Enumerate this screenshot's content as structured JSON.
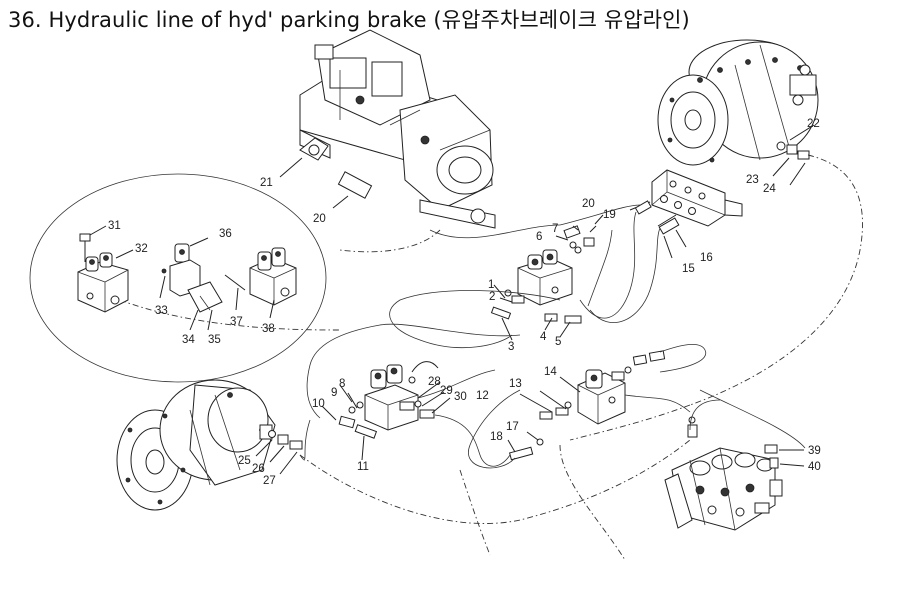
{
  "title": "36. Hydraulic line of hyd' parking brake (유압주차브레이크 유압라인)",
  "callouts": {
    "c1": "1",
    "c2": "2",
    "c3": "3",
    "c4": "4",
    "c5": "5",
    "c6": "6",
    "c7": "7",
    "c8": "8",
    "c9": "9",
    "c10": "10",
    "c11": "11",
    "c12": "12",
    "c13": "13",
    "c14": "14",
    "c15": "15",
    "c16": "16",
    "c17": "17",
    "c18": "18",
    "c19": "19",
    "c20a": "20",
    "c20b": "20",
    "c21": "21",
    "c22": "22",
    "c23": "23",
    "c24": "24",
    "c25": "25",
    "c26": "26",
    "c27": "27",
    "c28": "28",
    "c29": "29",
    "c30": "30",
    "c31": "31",
    "c32": "32",
    "c33": "33",
    "c34": "34",
    "c35": "35",
    "c36": "36",
    "c37": "37",
    "c38": "38",
    "c39": "39",
    "c40": "40"
  }
}
